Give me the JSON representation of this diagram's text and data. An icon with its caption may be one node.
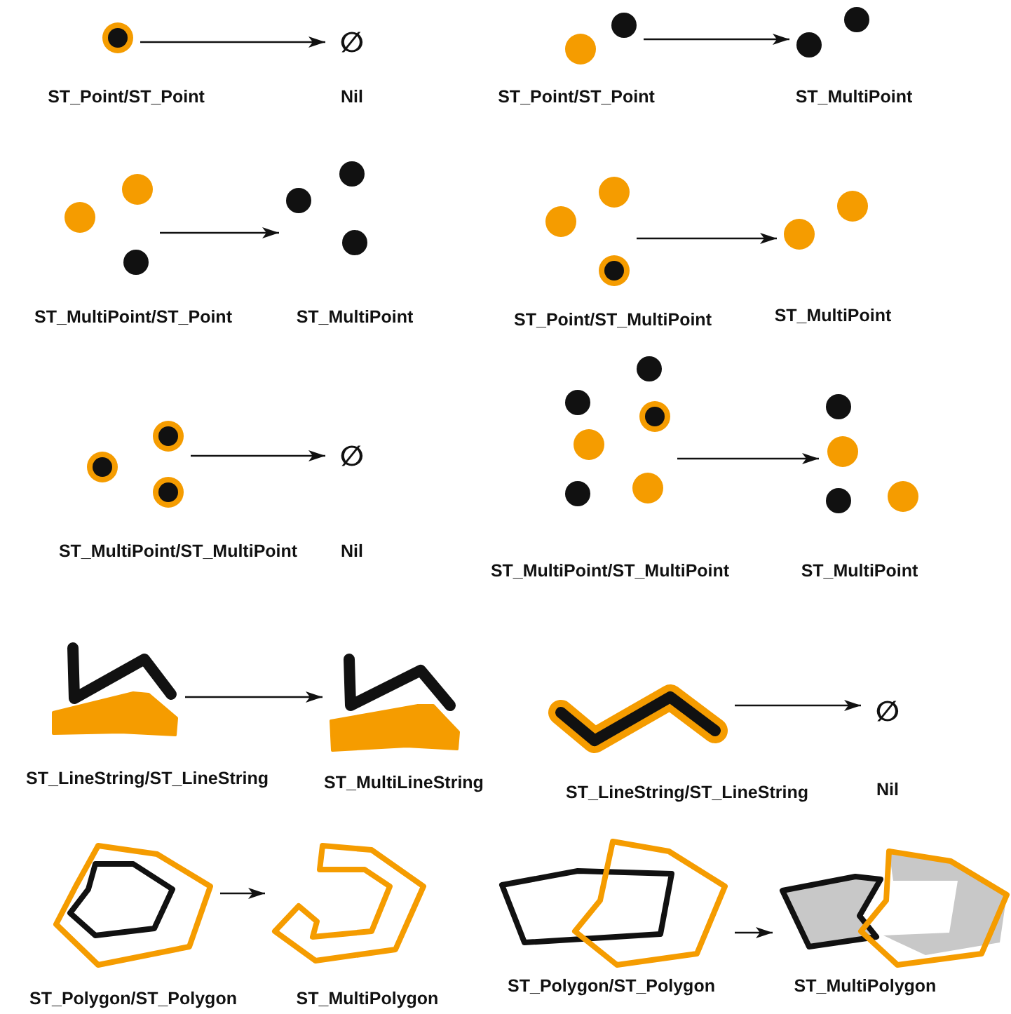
{
  "diagram": {
    "nodes": [
      {
        "text": [],
        "shape": "picture",
        "beside": [
          "ST_Point/ST_Point"
        ]
      },
      {
        "text": [
          "∅",
          "Nil"
        ]
      },
      {
        "text": [],
        "shape": "picture",
        "beside": [
          "ST_Point/ST_Point"
        ]
      },
      {
        "text": [],
        "shape": "picture",
        "beside": [
          "ST_MultiPoint"
        ]
      },
      {
        "text": [],
        "shape": "picture",
        "beside": [
          "ST_MultiPoint/ST_Point"
        ]
      },
      {
        "text": [],
        "shape": "picture",
        "beside": [
          "ST_MultiPoint"
        ]
      },
      {
        "text": [],
        "shape": "picture",
        "beside": [
          "ST_Point/ST_MultiPoint"
        ]
      },
      {
        "text": [],
        "shape": "picture",
        "beside": [
          "ST_MultiPoint"
        ]
      },
      {
        "text": [],
        "shape": "picture",
        "beside": [
          "ST_MultiPoint/ST_MultiPoint"
        ]
      },
      {
        "text": [
          "∅",
          "Nil"
        ]
      },
      {
        "text": [],
        "shape": "picture",
        "beside": [
          "ST_MultiPoint/ST_MultiPoint"
        ]
      },
      {
        "text": [],
        "shape": "picture",
        "beside": [
          "ST_MultiPoint"
        ]
      },
      {
        "text": [],
        "shape": "picture",
        "beside": [
          "ST_LineString/ST_LineString"
        ]
      },
      {
        "text": [],
        "shape": "picture",
        "beside": [
          "ST_MultiLineString"
        ]
      },
      {
        "text": [],
        "shape": "picture",
        "beside": [
          "ST_LineString/ST_LineString"
        ]
      },
      {
        "text": [
          "∅",
          "Nil"
        ]
      },
      {
        "text": [],
        "shape": "picture",
        "beside": [
          "ST_Polygon/ST_Polygon"
        ]
      },
      {
        "text": [],
        "shape": "picture",
        "beside": [
          "ST_MultiPolygon"
        ]
      },
      {
        "text": [],
        "shape": "picture",
        "beside": [
          "ST_Polygon/ST_Polygon"
        ]
      },
      {
        "text": [],
        "shape": "picture",
        "beside": [
          "ST_MultiPolygon"
        ]
      }
    ],
    "edges": [
      {
        "from": 0,
        "to": 1,
        "arrow": "to"
      },
      {
        "from": 2,
        "to": 3,
        "arrow": "to"
      },
      {
        "from": 4,
        "to": 5,
        "arrow": "to"
      },
      {
        "from": 6,
        "to": 7,
        "arrow": "to"
      },
      {
        "from": 8,
        "to": 9,
        "arrow": "to"
      },
      {
        "from": 10,
        "to": 11,
        "arrow": "to"
      },
      {
        "from": 12,
        "to": 13,
        "arrow": "to"
      },
      {
        "from": 14,
        "to": 15,
        "arrow": "to"
      },
      {
        "from": 16,
        "to": 17,
        "arrow": "to"
      },
      {
        "from": 18,
        "to": 19,
        "arrow": "to"
      }
    ]
  }
}
